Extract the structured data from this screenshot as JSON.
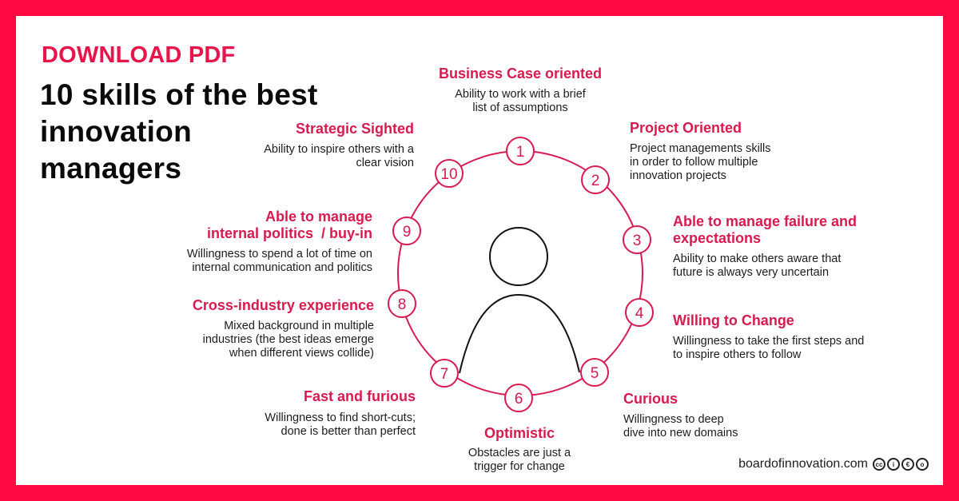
{
  "header": {
    "download_label": "DOWNLOAD PDF",
    "title_lines": [
      "10 skills of the best",
      "innovation",
      "managers"
    ]
  },
  "skills": [
    {
      "number": "1",
      "title": "Business Case oriented",
      "description": [
        "Ability to work with a brief",
        "list of assumptions"
      ]
    },
    {
      "number": "2",
      "title": "Project Oriented",
      "description": [
        "Project managements skills",
        "in order to follow multiple",
        "innovation projects"
      ]
    },
    {
      "number": "3",
      "title_lines": [
        "Able to manage failure and",
        "expectations"
      ],
      "description": [
        "Ability to make others aware that",
        "future is always very uncertain"
      ]
    },
    {
      "number": "4",
      "title": "Willing to Change",
      "description": [
        "Willingness to take the first steps and",
        "to inspire others to follow"
      ]
    },
    {
      "number": "5",
      "title": "Curious",
      "description": [
        "Willingness to deep",
        "dive into new domains"
      ]
    },
    {
      "number": "6",
      "title": "Optimistic",
      "description": [
        "Obstacles are just a",
        "trigger for change"
      ]
    },
    {
      "number": "7",
      "title": "Fast and furious",
      "description": [
        "Willingness to find short-cuts;",
        "done is better than perfect"
      ]
    },
    {
      "number": "8",
      "title": "Cross-industry experience",
      "description": [
        "Mixed background in multiple",
        "industries (the best ideas emerge",
        "when different views collide)"
      ]
    },
    {
      "number": "9",
      "title_lines": [
        "Able to manage",
        "internal politics  / buy-in"
      ],
      "description": [
        "Willingness to spend a lot of time on",
        "internal communication and politics"
      ]
    },
    {
      "number": "10",
      "title": "Strategic Sighted",
      "description": [
        "Ability to inspire others with a",
        "clear vision"
      ]
    }
  ],
  "footer": {
    "site": "boardofinnovation.com",
    "license_icons": [
      "cc",
      "by",
      "nc",
      "sa"
    ]
  },
  "colors": {
    "frame": "#ff0a43",
    "accent": "#d81a4e",
    "text": "#1c1c1c"
  }
}
